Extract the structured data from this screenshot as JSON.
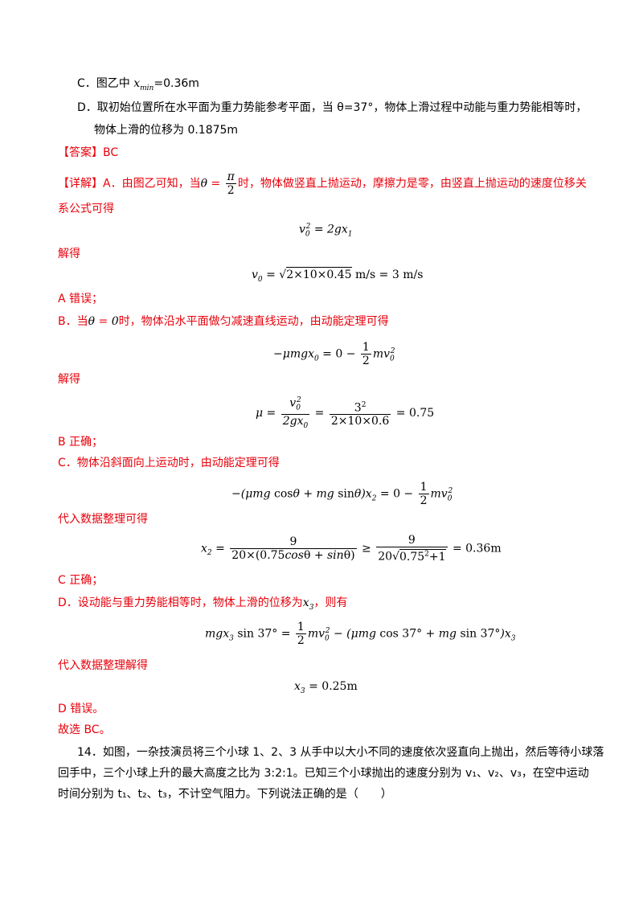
{
  "optC": "C．图乙中 x<sub>min</sub>=0.36m",
  "optD_1": "D．取初始位置所在水平面为重力势能参考平面，当 θ=37°，物体上滑过程中动能与重力势能相等时，",
  "optD_2": "物体上滑的位移为 0.1875m",
  "answer": "【答案】BC",
  "detail_1": "【详解】A．由图乙可知，当θ = π/2 时，物体做竖直上抛运动，摩擦力是零，由竖直上抛运动的速度位移关",
  "detail_2": "系公式可得",
  "jiede1": "解得",
  "a_wrong": "A 错误；",
  "b_line": "B．当θ = 0 时，物体沿水平面做匀减速直线运动，由动能定理可得",
  "jiede2": "解得",
  "b_right": "B 正确；",
  "c_line": "C．物体沿斜面向上运动时，由动能定理可得",
  "daoru1": "代入数据整理可得",
  "c_right": "C 正确；",
  "d_line": "D．设动能与重力势能相等时，物体上滑的位移为 x₃，则有",
  "daoru2": "代入数据整理解得",
  "d_wrong": "D 错误。",
  "guxuan": "故选 BC。",
  "q14_1": "14．如图，一杂技演员将三个小球 1、2、3 从手中以大小不同的速度依次竖直向上抛出，然后等待小球落",
  "q14_2": "回手中，三个小球上升的最大高度之比为 3:2:1。已知三个小球抛出的速度分别为 v₁、v₂、v₃，在空中运动",
  "q14_3": "时间分别为 t₁、t₂、t₃，不计空气阻力。下列说法正确的是（　　）",
  "eq1": "v₀² = 2gx₁",
  "eq2": "v₀ = √(2×10×0.45) m/s = 3 m/s",
  "eq3": "−μmgx₀ = 0 − ½mv₀²",
  "eq4": "μ = v₀²/(2gx₀) = 3²/(2×10×0.6) = 0.75",
  "eq5": "−(μmg cosθ + mg sinθ)x₂ = 0 − ½mv₀²",
  "eq6": "x₂ = 9/(20×(0.75cosθ + sinθ)) ≥ 9/(20√(0.75²+1)) = 0.36m",
  "eq7": "mgx₃ sin37° = ½mv₀² − (μmg cos37° + mg sin37°)x₃",
  "eq8": "x₃ = 0.25m"
}
